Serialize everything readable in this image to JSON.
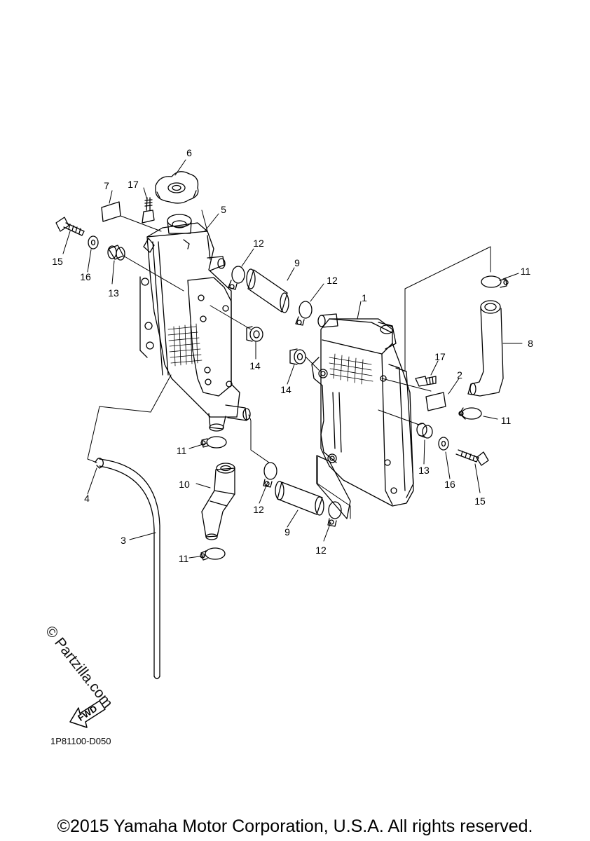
{
  "diagram": {
    "callouts": [
      {
        "id": "c1",
        "text": "1"
      },
      {
        "id": "c2",
        "text": "2"
      },
      {
        "id": "c3",
        "text": "3"
      },
      {
        "id": "c4",
        "text": "4"
      },
      {
        "id": "c5",
        "text": "5"
      },
      {
        "id": "c6",
        "text": "6"
      },
      {
        "id": "c7",
        "text": "7"
      },
      {
        "id": "c8",
        "text": "8"
      },
      {
        "id": "c9a",
        "text": "9"
      },
      {
        "id": "c9b",
        "text": "9"
      },
      {
        "id": "c10",
        "text": "10"
      },
      {
        "id": "c11a",
        "text": "11"
      },
      {
        "id": "c11b",
        "text": "11"
      },
      {
        "id": "c11c",
        "text": "11"
      },
      {
        "id": "c11d",
        "text": "11"
      },
      {
        "id": "c12a",
        "text": "12"
      },
      {
        "id": "c12b",
        "text": "12"
      },
      {
        "id": "c12c",
        "text": "12"
      },
      {
        "id": "c12d",
        "text": "12"
      },
      {
        "id": "c13a",
        "text": "13"
      },
      {
        "id": "c13b",
        "text": "13"
      },
      {
        "id": "c14a",
        "text": "14"
      },
      {
        "id": "c14b",
        "text": "14"
      },
      {
        "id": "c15a",
        "text": "15"
      },
      {
        "id": "c15b",
        "text": "15"
      },
      {
        "id": "c16a",
        "text": "16"
      },
      {
        "id": "c16b",
        "text": "16"
      },
      {
        "id": "c17a",
        "text": "17"
      },
      {
        "id": "c17b",
        "text": "17"
      }
    ],
    "fwd_label": "FWD",
    "drawing_code": "1P81100-D050",
    "watermark": "© Partzilla.com"
  },
  "footer": {
    "copyright": "©2015 Yamaha Motor Corporation, U.S.A. All rights reserved."
  }
}
